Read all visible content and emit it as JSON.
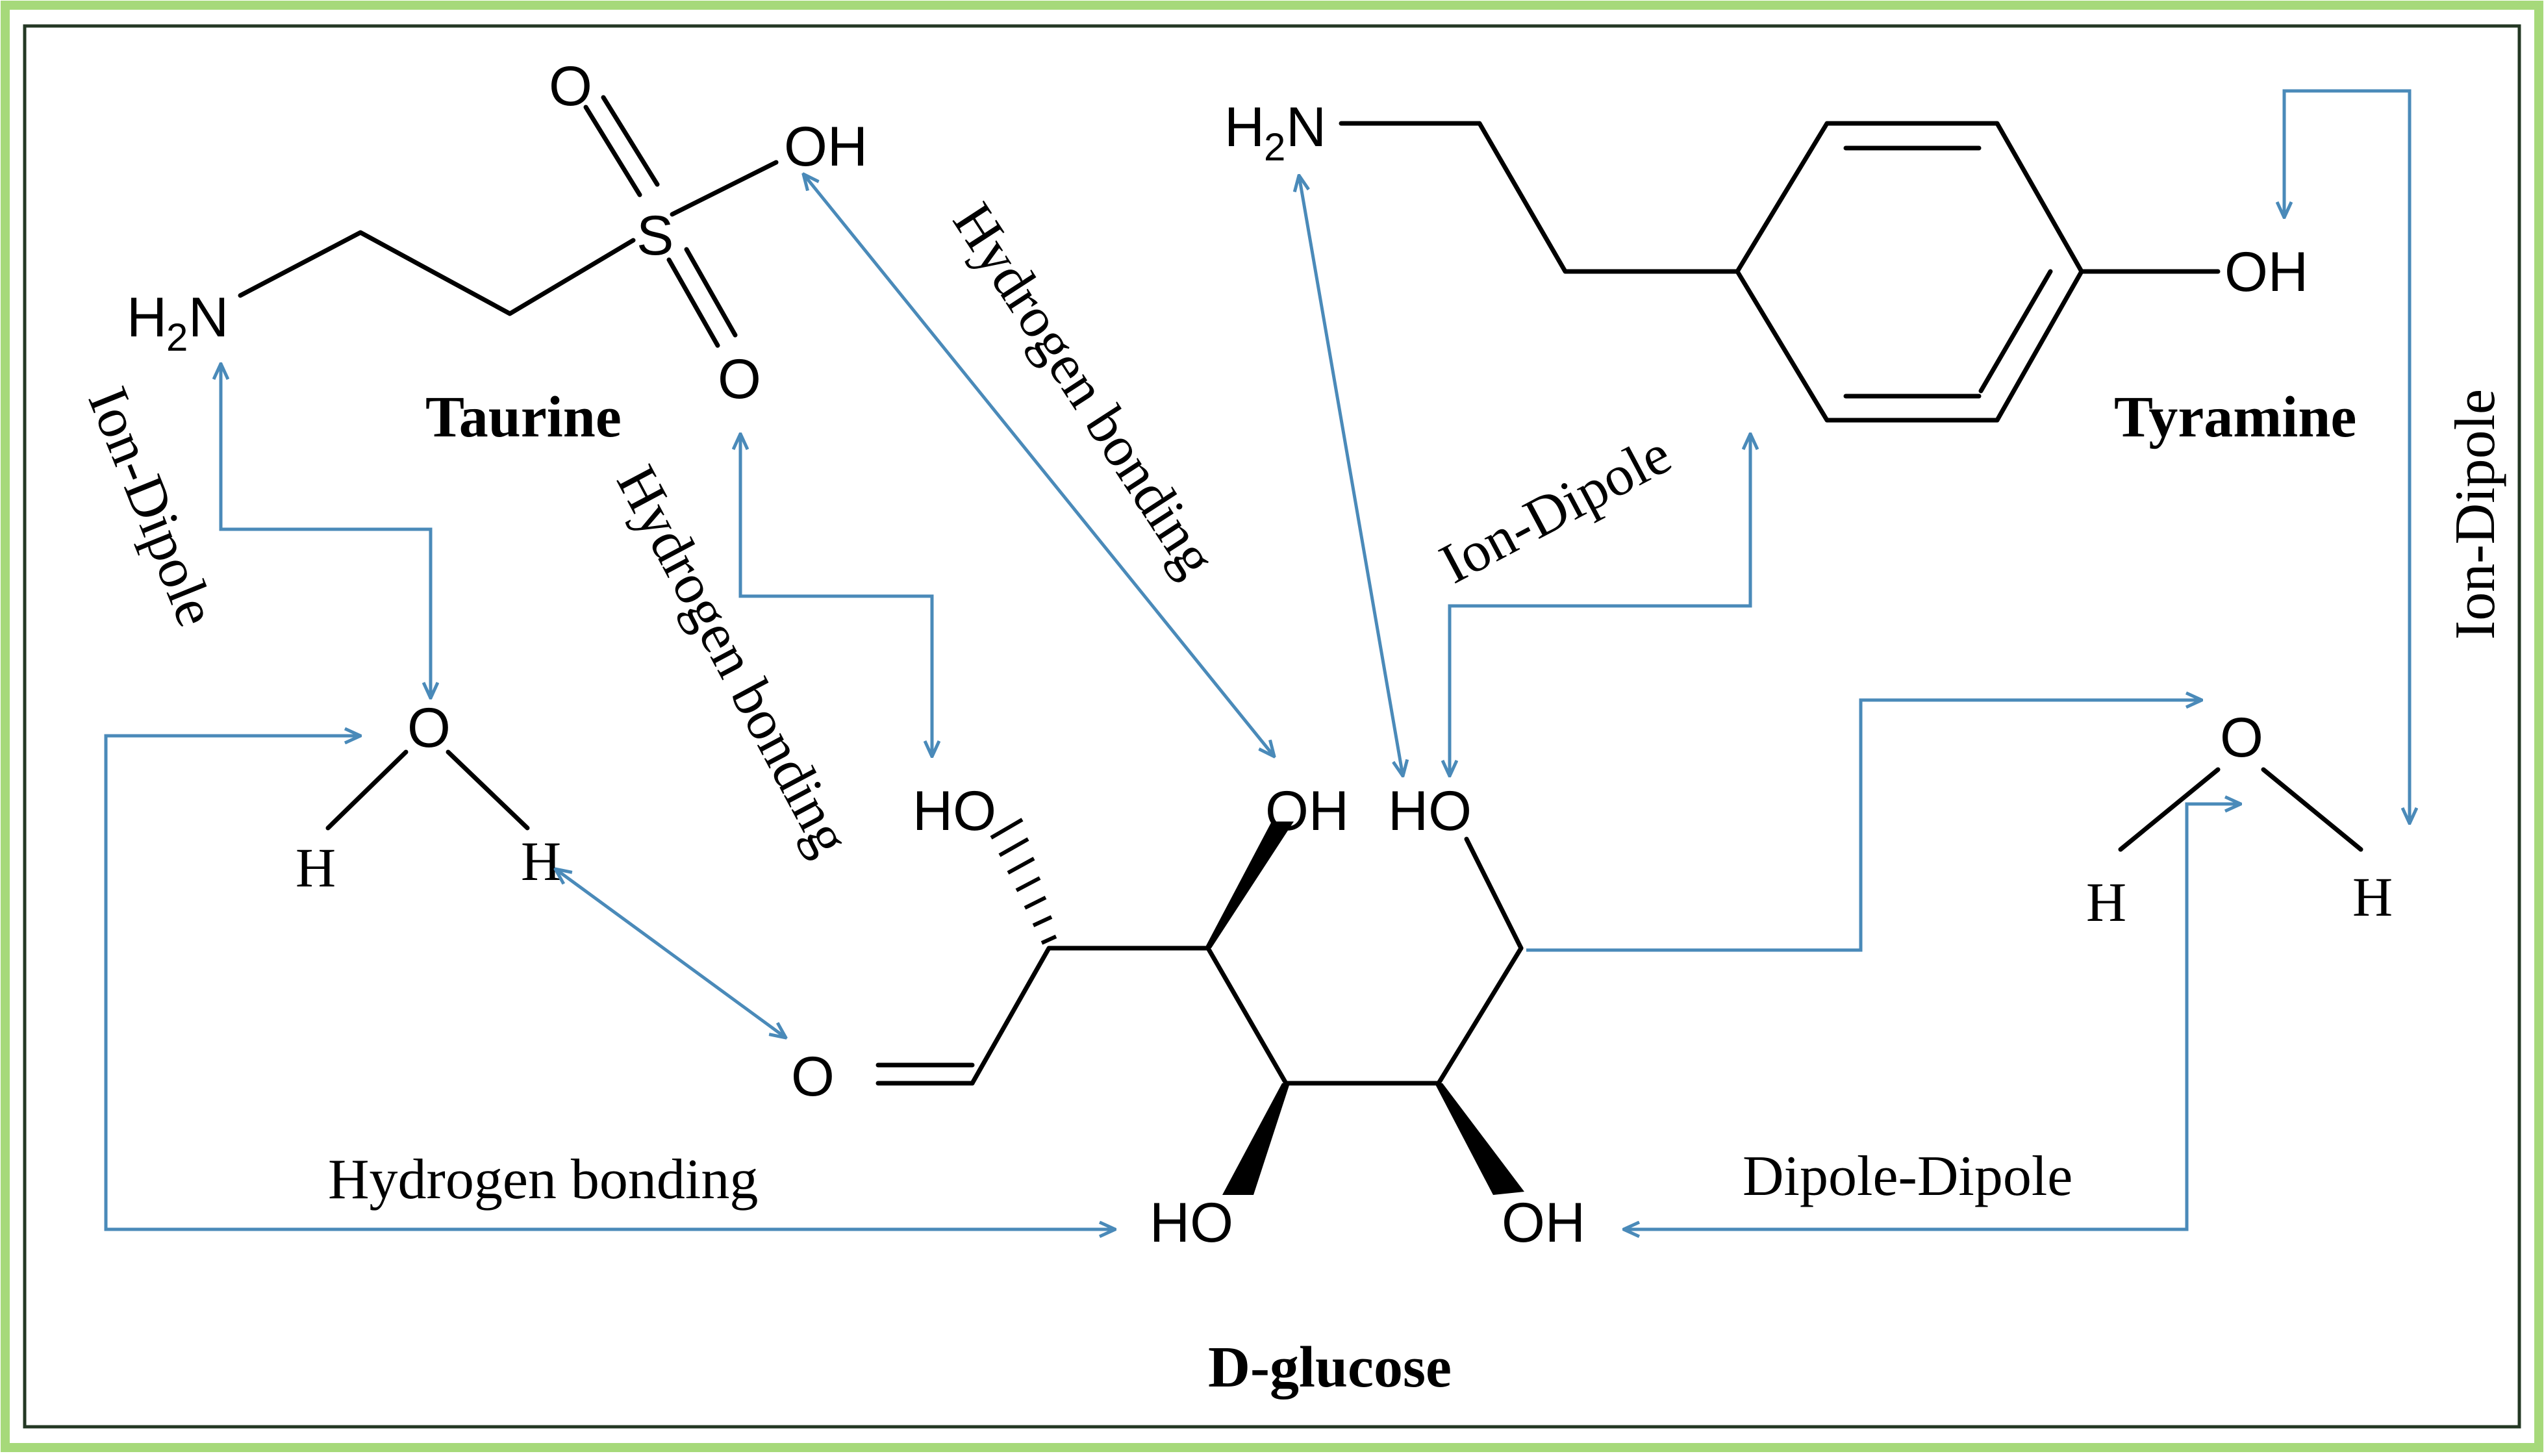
{
  "colors": {
    "arrow": "#4a8ab9",
    "frame_green": "#a6d97a",
    "frame_dark": "#243824",
    "bond": "#000000"
  },
  "molecules": {
    "taurine": "Taurine",
    "tyramine": "Tyramine",
    "dglucose": "D-glucose"
  },
  "atoms": {
    "nitrogen_h": "H",
    "nitrogen_sub": "2",
    "nitrogen_n": "N",
    "oxygen": "O",
    "sulfur": "S",
    "hydroxyl": "OH",
    "hydroxyl_rev": "HO",
    "hydrogen": "H"
  },
  "interactions": {
    "ion_dipole": "Ion-Dipole",
    "hydrogen_bonding": "Hydrogen bonding",
    "dipole_dipole": "Dipole-Dipole"
  }
}
